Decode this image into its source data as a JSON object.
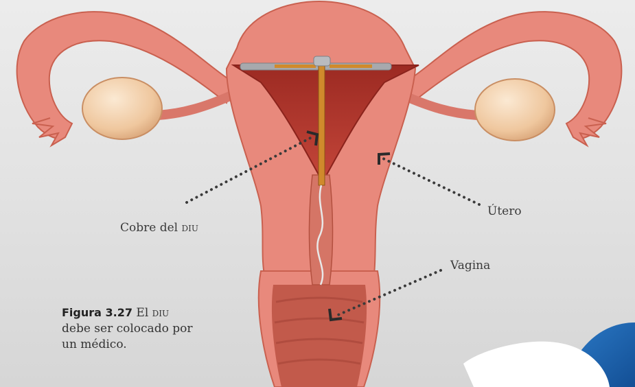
{
  "labels": {
    "copper": "Cobre del",
    "copper_abbrev": "diu",
    "uterus": "Útero",
    "vagina": "Vagina"
  },
  "caption": {
    "figure": "Figura 3.27",
    "text_a": "El",
    "abbrev": "diu",
    "text_b": "debe ser colocado por un médico."
  },
  "colors": {
    "tissue": "#e8897c",
    "tissue_dark": "#c9604f",
    "cavity": "#b8392f",
    "ovary": "#f2cfa8",
    "copper": "#d08a2c",
    "device": "#a7a9ad",
    "accent_blue": "#1f64b1"
  }
}
